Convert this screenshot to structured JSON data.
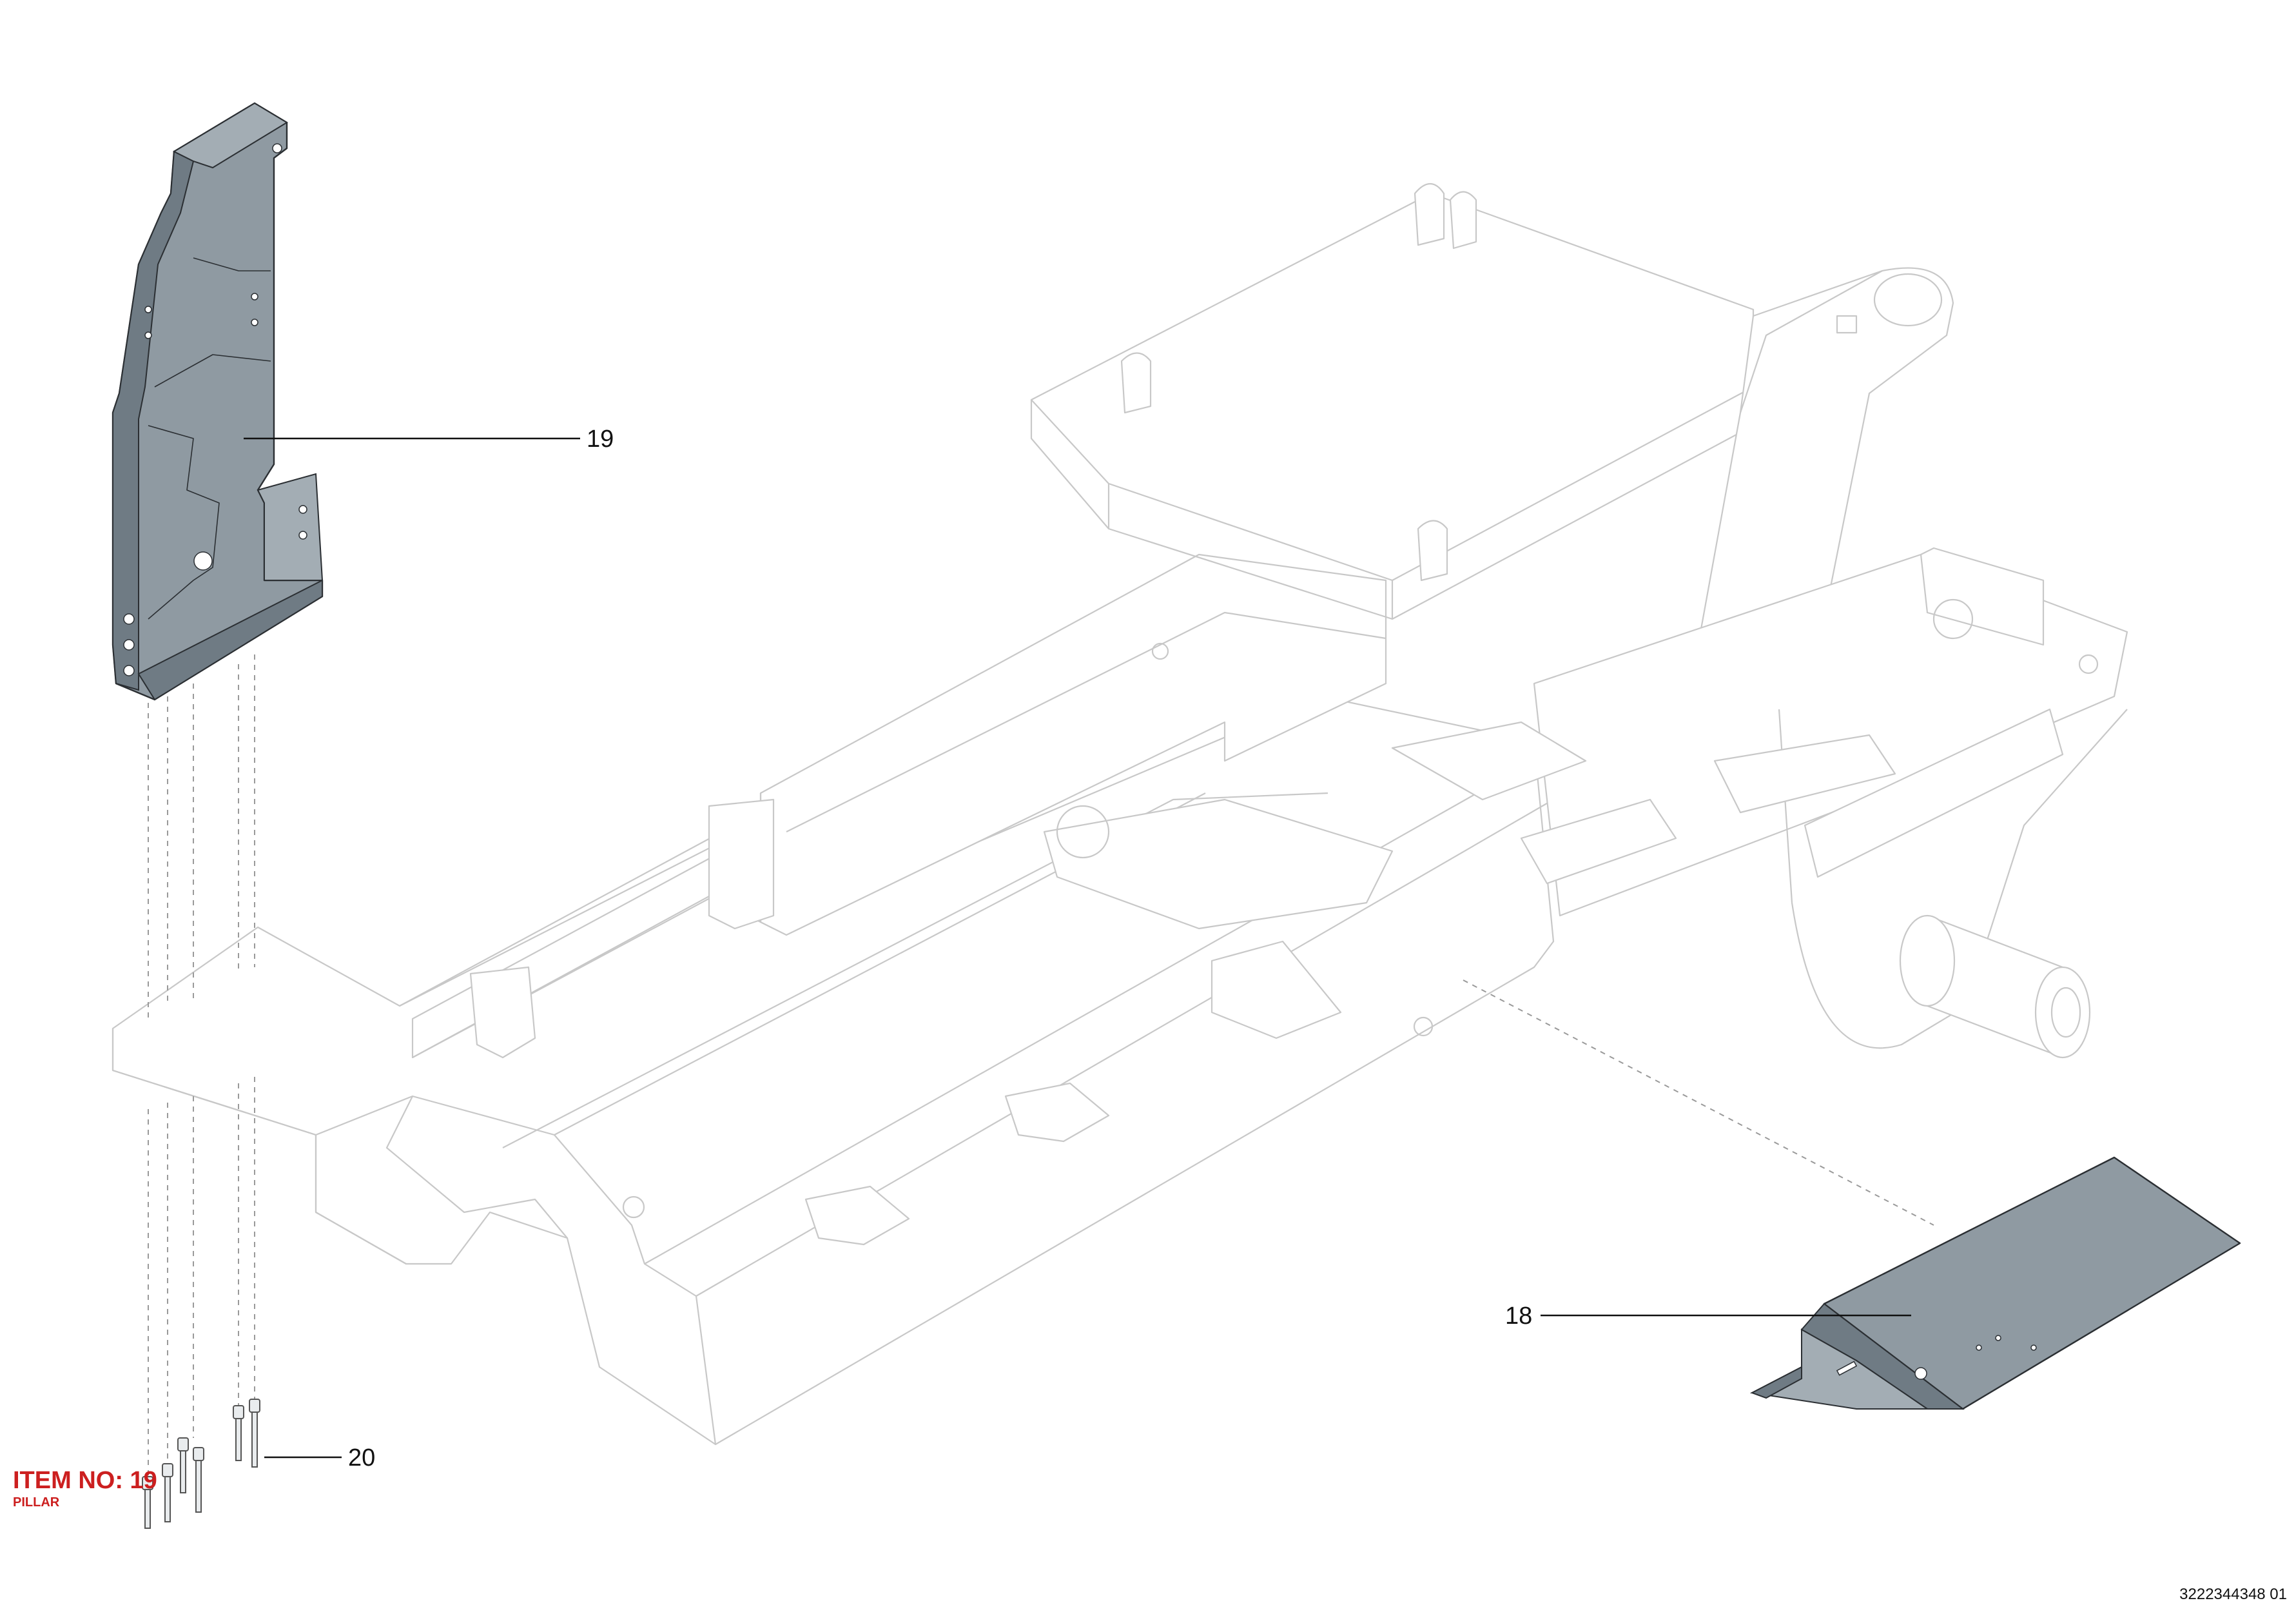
{
  "callouts": {
    "pillar": "19",
    "plate": "18",
    "bolts": "20"
  },
  "item_label": {
    "title": "ITEM NO: 19",
    "subtitle": "PILLAR"
  },
  "document_number": "3222344348 01",
  "colors": {
    "highlight_part": "#8f9aa2",
    "frame_outline": "#c8c8c8",
    "item_label": "#cc1f1f"
  }
}
